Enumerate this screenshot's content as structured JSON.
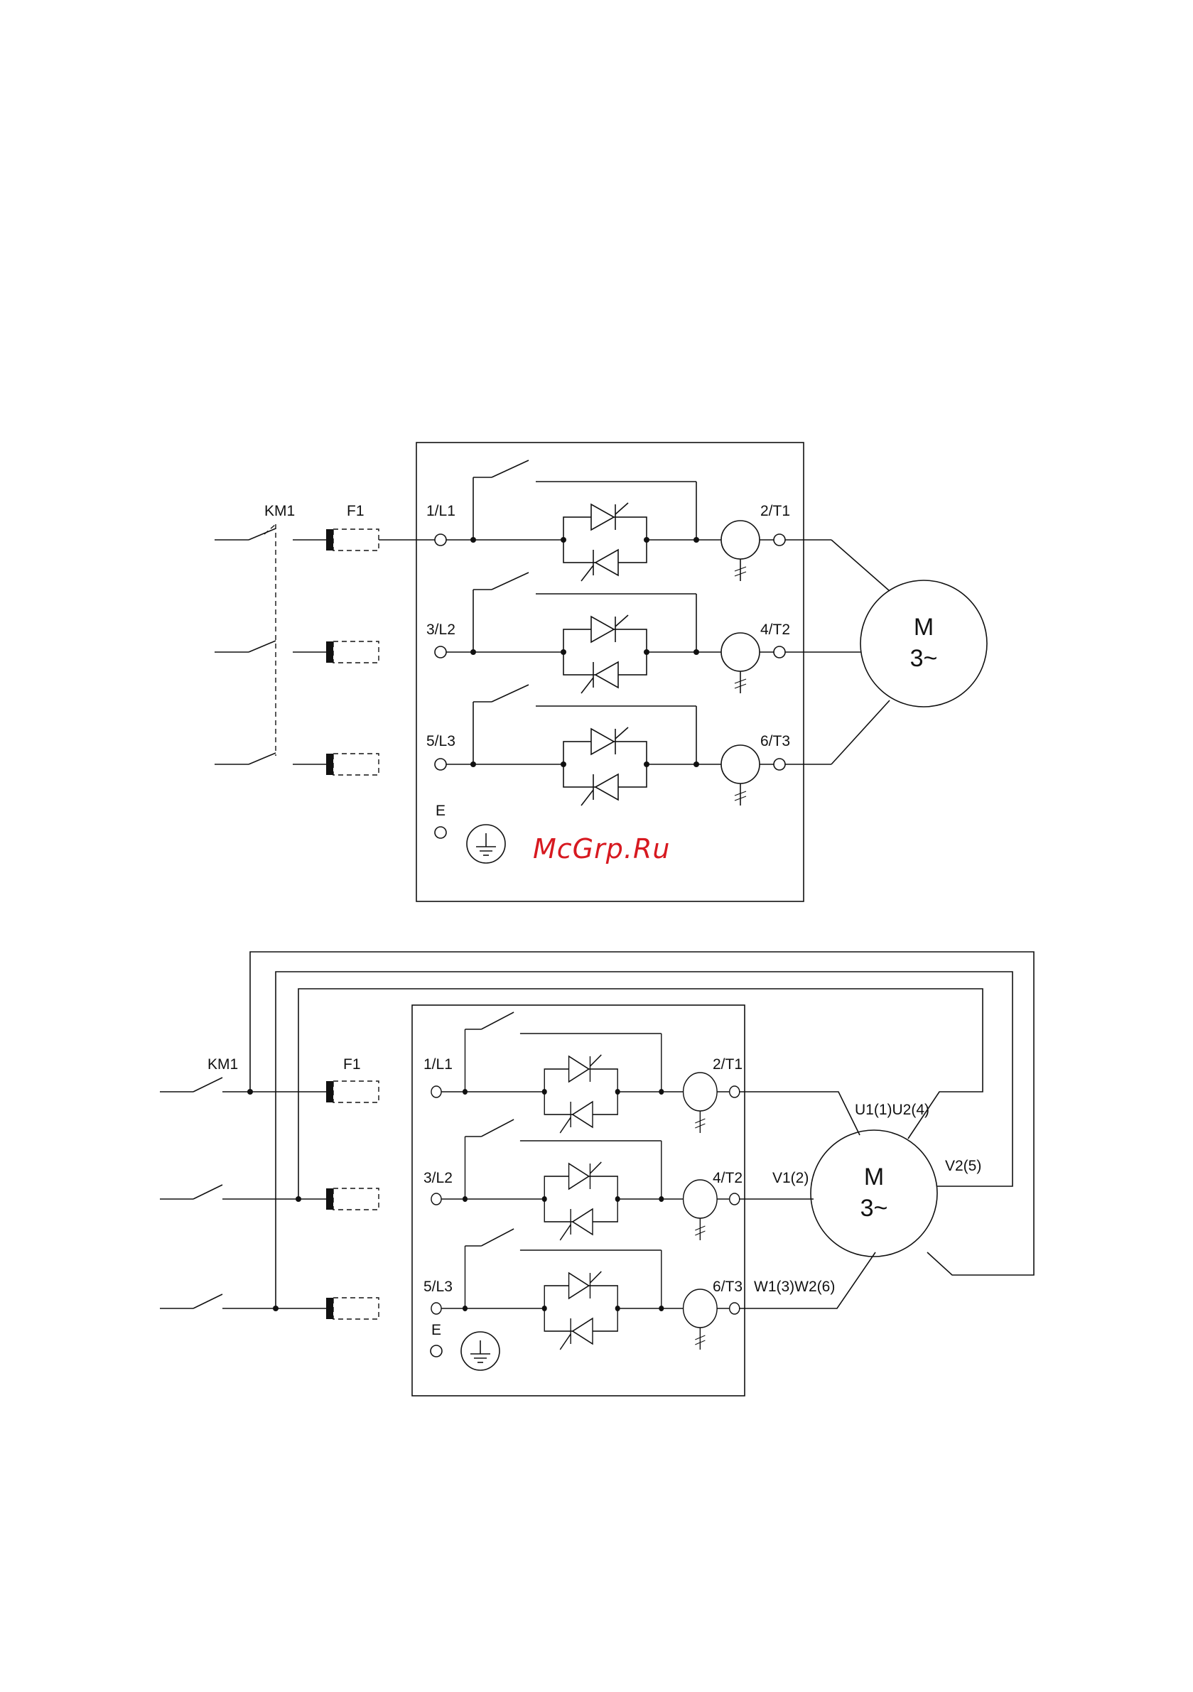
{
  "diagram_top": {
    "contactor_label": "KM1",
    "fuse_label": "F1",
    "input_terminals": [
      "1/L1",
      "3/L2",
      "5/L3"
    ],
    "output_terminals": [
      "2/T1",
      "4/T2",
      "6/T3"
    ],
    "earth_label": "E",
    "motor_label": "M",
    "motor_phase_label": "3~"
  },
  "diagram_bottom": {
    "contactor_label": "KM1",
    "fuse_label": "F1",
    "input_terminals": [
      "1/L1",
      "3/L2",
      "5/L3"
    ],
    "output_terminals": [
      "2/T1",
      "4/T2",
      "6/T3"
    ],
    "earth_label": "E",
    "motor_label": "M",
    "motor_phase_label": "3~",
    "winding_labels": [
      "U1(1)U2(4)",
      "V1(2)",
      "V2(5)",
      "W1(3)W2(6)"
    ]
  },
  "watermark": "McGrp.Ru"
}
